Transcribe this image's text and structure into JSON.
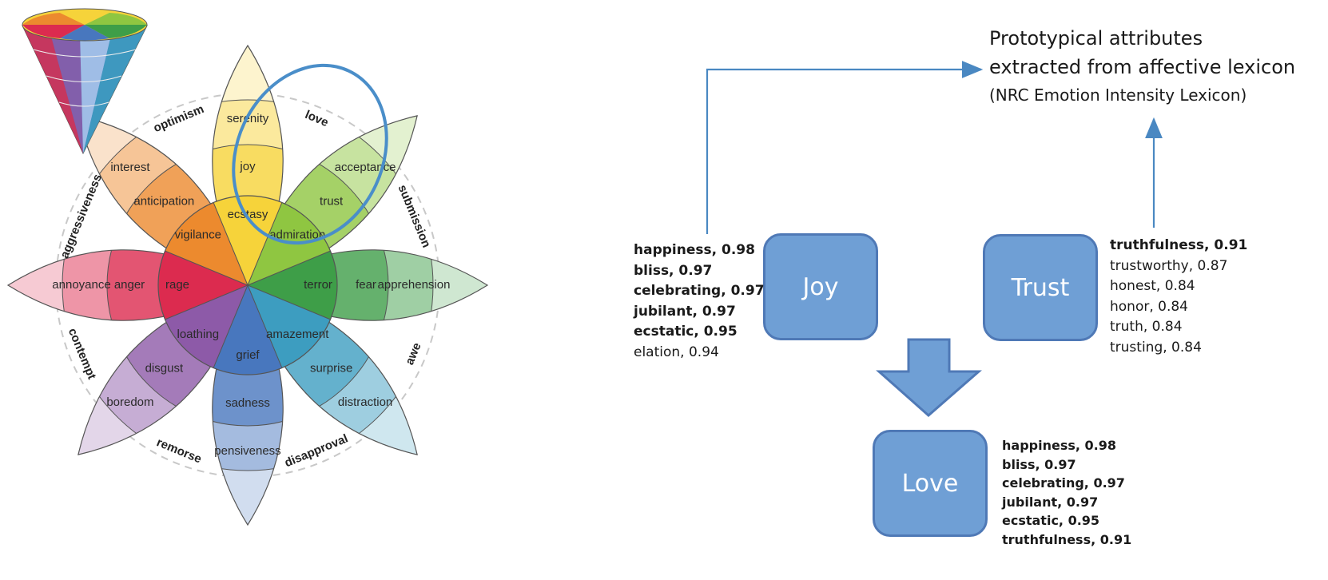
{
  "wheel": {
    "petals": [
      {
        "id": "yellow",
        "angle": 0,
        "color": "#f6d33a",
        "inner": "ecstasy",
        "middle": "joy",
        "outer": "serenity"
      },
      {
        "id": "lime",
        "angle": 45,
        "color": "#8fc641",
        "inner": "admiration",
        "middle": "trust",
        "outer": "acceptance"
      },
      {
        "id": "green",
        "angle": 90,
        "color": "#3e9e48",
        "inner": "terror",
        "middle": "fear",
        "outer": "apprehension"
      },
      {
        "id": "teal",
        "angle": 135,
        "color": "#3d9dc0",
        "inner": "amazement",
        "middle": "surprise",
        "outer": "distraction"
      },
      {
        "id": "blue",
        "angle": 180,
        "color": "#4877be",
        "inner": "grief",
        "middle": "sadness",
        "outer": "pensiveness"
      },
      {
        "id": "purple",
        "angle": 225,
        "color": "#8d5aa8",
        "inner": "loathing",
        "middle": "disgust",
        "outer": "boredom"
      },
      {
        "id": "red",
        "angle": 270,
        "color": "#dc2b4f",
        "inner": "rage",
        "middle": "anger",
        "outer": "annoyance"
      },
      {
        "id": "orange",
        "angle": 315,
        "color": "#ec8a2e",
        "inner": "vigilance",
        "middle": "anticipation",
        "outer": "interest"
      }
    ],
    "dyads": [
      {
        "text": "love",
        "angle": 22.5
      },
      {
        "text": "submission",
        "angle": 67.5
      },
      {
        "text": "awe",
        "angle": 112.5
      },
      {
        "text": "disapproval",
        "angle": 157.5
      },
      {
        "text": "remorse",
        "angle": 202.5
      },
      {
        "text": "contempt",
        "angle": 247.5
      },
      {
        "text": "aggressiveness",
        "angle": 292.5
      },
      {
        "text": "optimism",
        "angle": 337.5
      }
    ]
  },
  "title": {
    "line1": "Prototypical attributes",
    "line2": "extracted from affective lexicon",
    "line3": "(NRC Emotion Intensity Lexicon)"
  },
  "boxes": {
    "joy": "Joy",
    "trust": "Trust",
    "love": "Love"
  },
  "lists": {
    "joy": [
      {
        "text": "happiness, 0.98",
        "bold": true
      },
      {
        "text": "bliss, 0.97",
        "bold": true
      },
      {
        "text": "celebrating, 0.97",
        "bold": true
      },
      {
        "text": "jubilant, 0.97",
        "bold": true
      },
      {
        "text": "ecstatic, 0.95",
        "bold": true
      },
      {
        "text": "elation, 0.94",
        "bold": false
      }
    ],
    "trust": [
      {
        "text": "truthfulness, 0.91",
        "bold": true
      },
      {
        "text": "trustworthy, 0.87",
        "bold": false
      },
      {
        "text": "honest, 0.84",
        "bold": false
      },
      {
        "text": "honor, 0.84",
        "bold": false
      },
      {
        "text": "truth, 0.84",
        "bold": false
      },
      {
        "text": "trusting, 0.84",
        "bold": false
      }
    ],
    "love": [
      {
        "text": "happiness, 0.98",
        "bold": true
      },
      {
        "text": "bliss, 0.97",
        "bold": true
      },
      {
        "text": "celebrating, 0.97",
        "bold": true
      },
      {
        "text": "jubilant, 0.97",
        "bold": true
      },
      {
        "text": "ecstatic, 0.95",
        "bold": true
      },
      {
        "text": "truthfulness, 0.91",
        "bold": true
      }
    ]
  },
  "colors": {
    "box_fill": "#6f9fd5",
    "box_border": "#4f79b6",
    "arrow": "#4a88c2",
    "highlight_ellipse": "#4a8ec9"
  }
}
